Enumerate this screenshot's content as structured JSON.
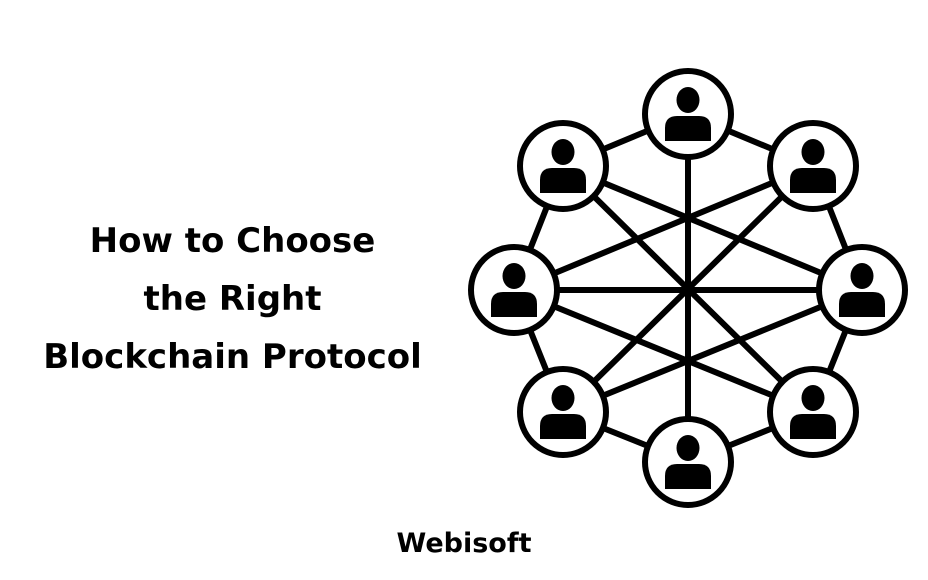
{
  "title": {
    "line1": "How to Choose",
    "line2": "the Right",
    "line3": "Blockchain Protocol"
  },
  "brand": "Webisoft",
  "diagram": {
    "node_icon": "user-icon",
    "node_count": 8,
    "color": "#000000"
  }
}
